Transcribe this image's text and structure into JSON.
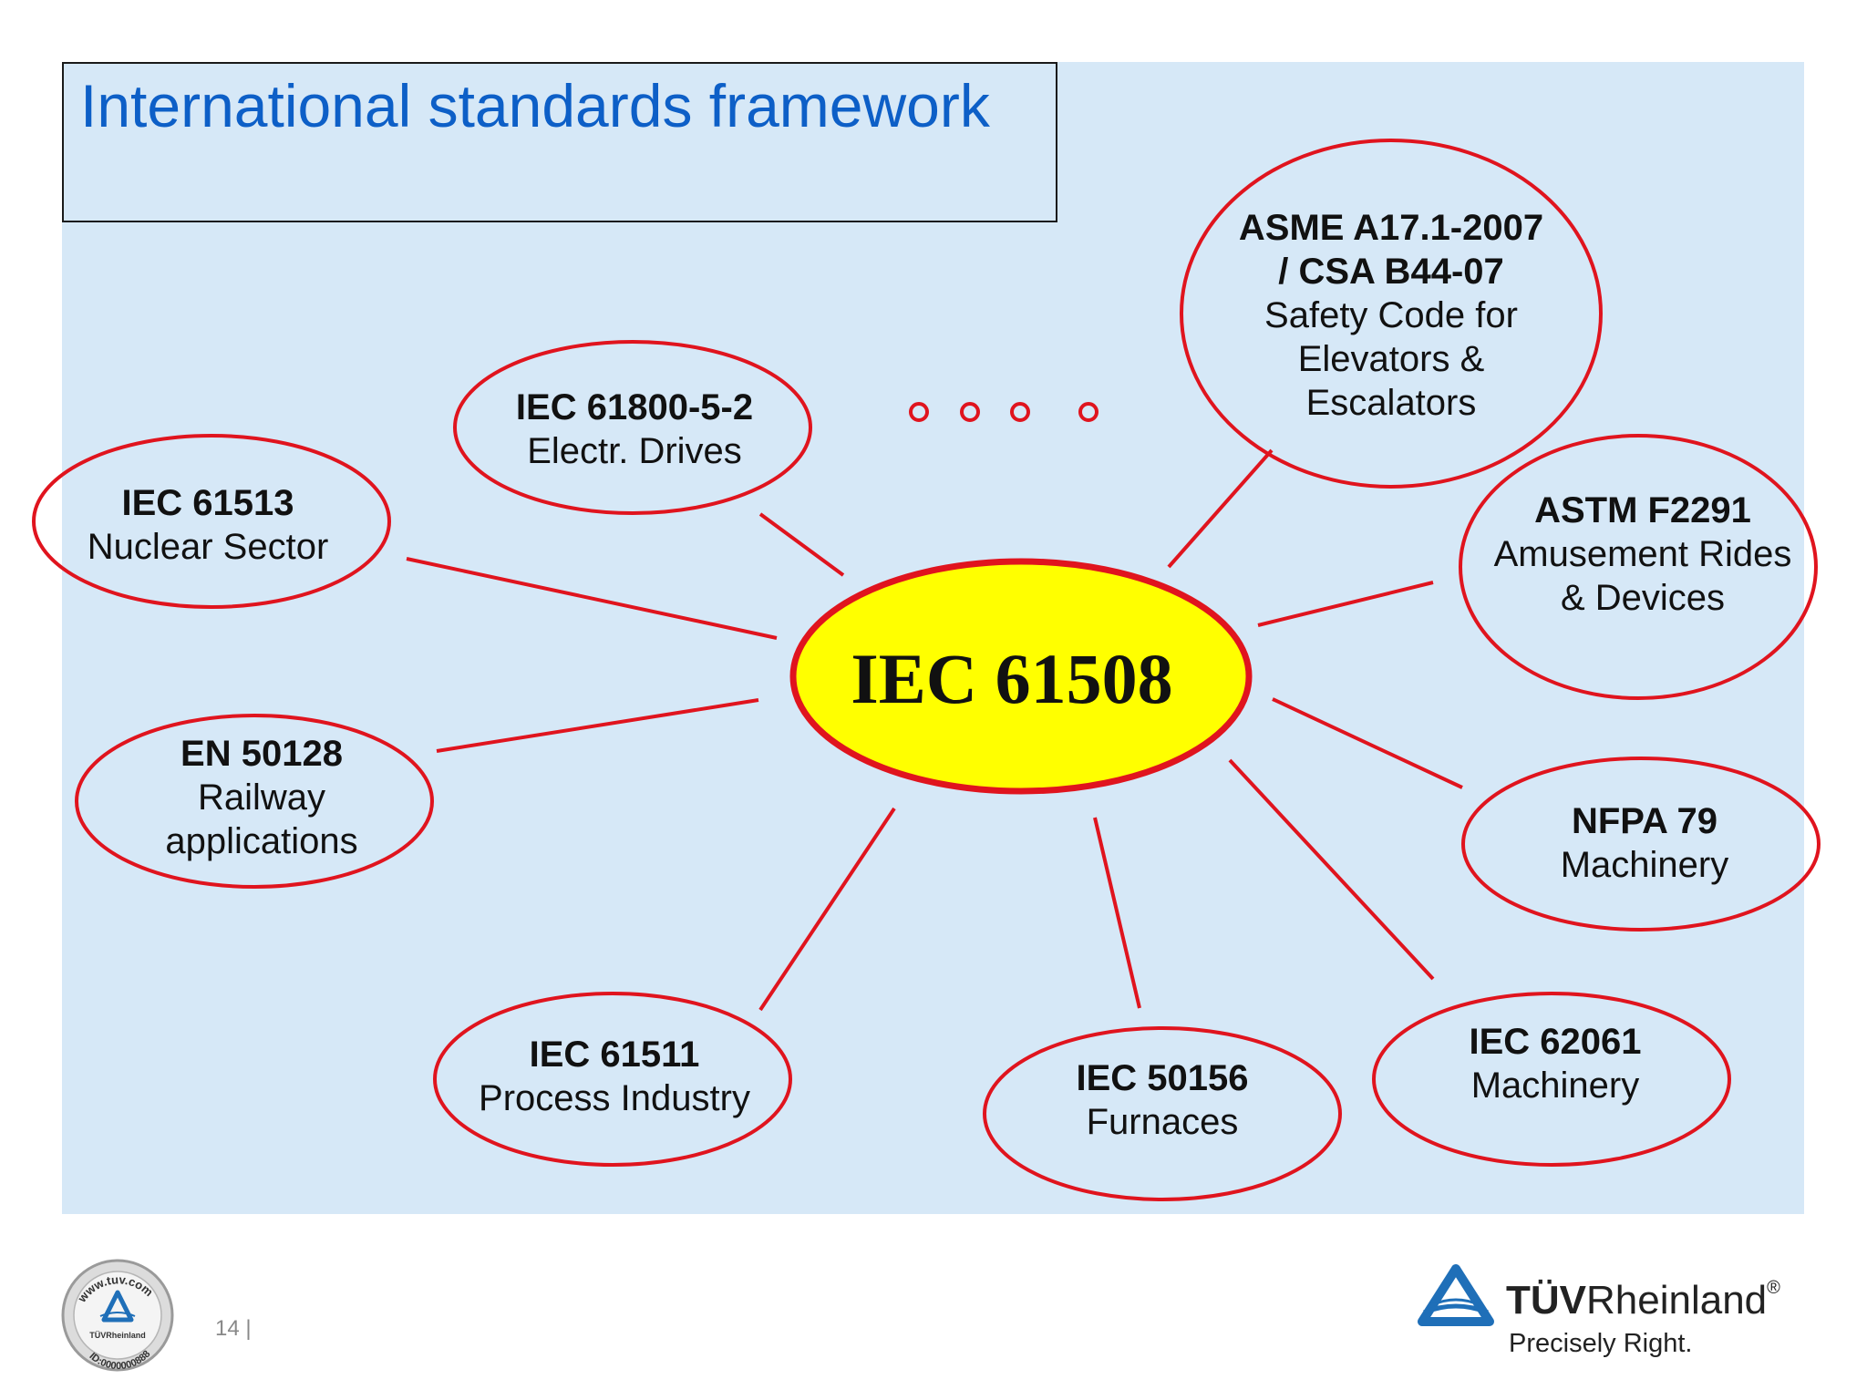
{
  "title": "International standards framework",
  "center": {
    "label": "IEC 61508"
  },
  "nodes": [
    {
      "id": "asme",
      "title": "ASME A17.1-2007",
      "title2": "/ CSA B44-07",
      "subtitle": "Safety Code for",
      "subtitle2": "Elevators &",
      "subtitle3": "Escalators"
    },
    {
      "id": "iec61800",
      "title": "IEC 61800-5-2",
      "subtitle": "Electr. Drives"
    },
    {
      "id": "iec61513",
      "title": "IEC 61513",
      "subtitle": "Nuclear Sector"
    },
    {
      "id": "en50128",
      "title": "EN 50128",
      "subtitle": "Railway",
      "subtitle2": "applications"
    },
    {
      "id": "iec61511",
      "title": "IEC 61511",
      "subtitle": "Process Industry"
    },
    {
      "id": "iec50156",
      "title": "IEC 50156",
      "subtitle": "Furnaces"
    },
    {
      "id": "iec62061",
      "title": "IEC 62061",
      "subtitle": "Machinery"
    },
    {
      "id": "nfpa79",
      "title": "NFPA 79",
      "subtitle": "Machinery"
    },
    {
      "id": "astm",
      "title": "ASTM F2291",
      "subtitle": "Amusement Rides",
      "subtitle2": "& Devices"
    }
  ],
  "footer": {
    "page_number": "14  |",
    "brand_bold": "TÜV",
    "brand_rest": "Rheinland",
    "brand_mark": "®",
    "slogan": "Precisely Right.",
    "seal_text_top": "www.tuv.com",
    "seal_brand": "TÜVRheinland",
    "seal_id": "ID:0000000888"
  },
  "colors": {
    "panel": "#d6e8f7",
    "title": "#0d5fc7",
    "ellipse_stroke": "#e0141e",
    "center_fill": "#ffff00",
    "logo_blue": "#1f6fb8"
  }
}
